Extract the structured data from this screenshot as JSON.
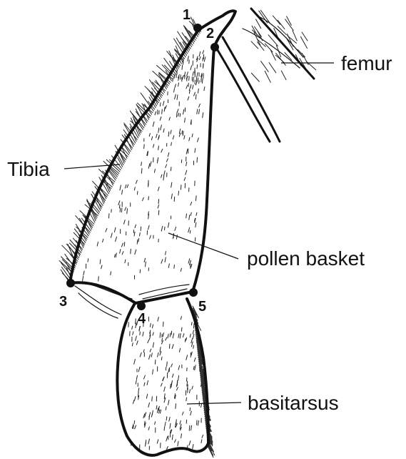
{
  "labels": {
    "femur": "femur",
    "tibia": "Tibia",
    "pollen_basket": "pollen basket",
    "basitarsus": "basitarsus"
  },
  "points": {
    "p1": "1",
    "p2": "2",
    "p3": "3",
    "p4": "4",
    "p5": "5"
  },
  "colors": {
    "ink": "#111111",
    "background": "#ffffff"
  }
}
